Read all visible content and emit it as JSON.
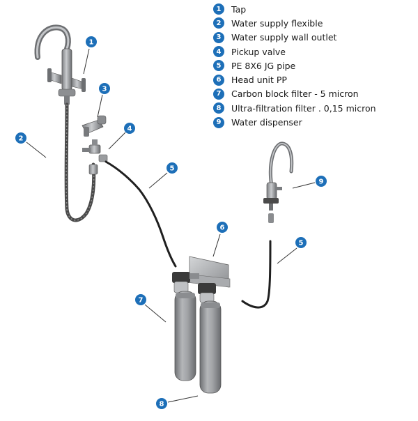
{
  "legend": {
    "items": [
      {
        "number": "1",
        "label": "Tap"
      },
      {
        "number": "2",
        "label": "Water supply flexible"
      },
      {
        "number": "3",
        "label": "Water supply wall outlet"
      },
      {
        "number": "4",
        "label": "Pickup valve"
      },
      {
        "number": "5",
        "label": "PE 8X6 JG pipe"
      },
      {
        "number": "6",
        "label": "Head unit PP"
      },
      {
        "number": "7",
        "label": "Carbon block filter - 5 micron"
      },
      {
        "number": "8",
        "label": "Ultra-filtration filter . 0,15 micron"
      },
      {
        "number": "9",
        "label": "Water dispenser"
      }
    ]
  },
  "callouts": [
    "1",
    "3",
    "2",
    "4",
    "5",
    "9",
    "6",
    "5",
    "7",
    "8"
  ],
  "colors": {
    "badge": "#1d6fb8",
    "metal": "#a6a8ab",
    "metal_dark": "#6d6f72",
    "hose": "#4a4a4a",
    "pipe": "#1f1f1f",
    "filter": "#9fa1a4",
    "filter_dark": "#7a7c80"
  }
}
